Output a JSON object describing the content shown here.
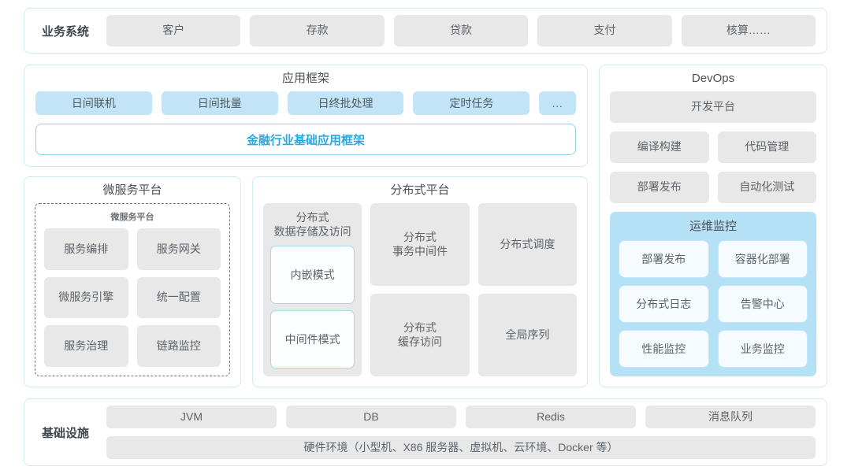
{
  "business": {
    "label": "业务系统",
    "items": [
      "客户",
      "存款",
      "贷款",
      "支付",
      "核算……"
    ]
  },
  "app_framework": {
    "title": "应用框架",
    "chips": [
      "日间联机",
      "日间批量",
      "日终批处理",
      "定时任务",
      "..."
    ],
    "base_framework": "金融行业基础应用框架",
    "accent_color": "#28a9e0"
  },
  "microservice": {
    "title": "微服务平台",
    "inner_title": "微服务平台",
    "items": [
      "服务编排",
      "服务网关",
      "微服务引擎",
      "统一配置",
      "服务治理",
      "链路监控"
    ]
  },
  "distributed": {
    "title": "分布式平台",
    "storage": {
      "title": "分布式\n数据存储及访问",
      "title_line1": "分布式",
      "title_line2": "数据存储及访问",
      "modes": [
        "内嵌模式",
        "中间件模式"
      ]
    },
    "cells": [
      {
        "line1": "分布式",
        "line2": "事务中间件"
      },
      {
        "line1": "分布式调度",
        "line2": ""
      },
      {
        "line1": "分布式",
        "line2": "缓存访问"
      },
      {
        "line1": "全局序列",
        "line2": ""
      }
    ]
  },
  "devops": {
    "title": "DevOps",
    "platform": "开发平台",
    "tools": [
      "编译构建",
      "代码管理",
      "部署发布",
      "自动化测试"
    ],
    "ops": {
      "title": "运维监控",
      "items": [
        "部署发布",
        "容器化部署",
        "分布式日志",
        "告警中心",
        "性能监控",
        "业务监控"
      ],
      "bg_color": "#b5e1f7"
    }
  },
  "infrastructure": {
    "label": "基础设施",
    "items": [
      "JVM",
      "DB",
      "Redis",
      "消息队列"
    ],
    "hardware": "硬件环境（小型机、X86 服务器、虚拟机、云环境、Docker 等）"
  }
}
